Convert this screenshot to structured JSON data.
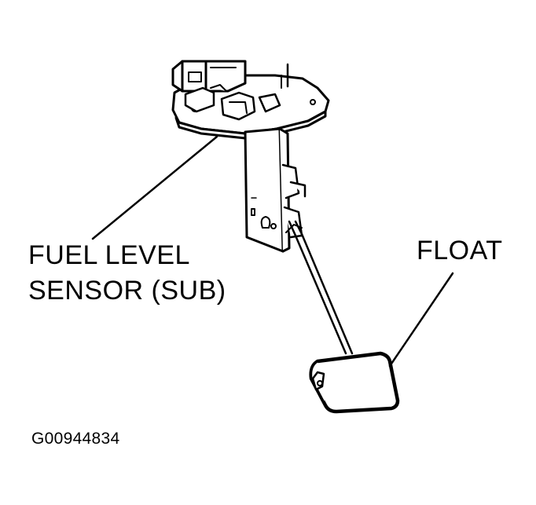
{
  "labels": {
    "sensor_line1": "FUEL LEVEL",
    "sensor_line2": "SENSOR (SUB)",
    "float": "FLOAT",
    "figure_id": "G00944834"
  },
  "colors": {
    "ink": "#000000",
    "background": "#ffffff"
  }
}
